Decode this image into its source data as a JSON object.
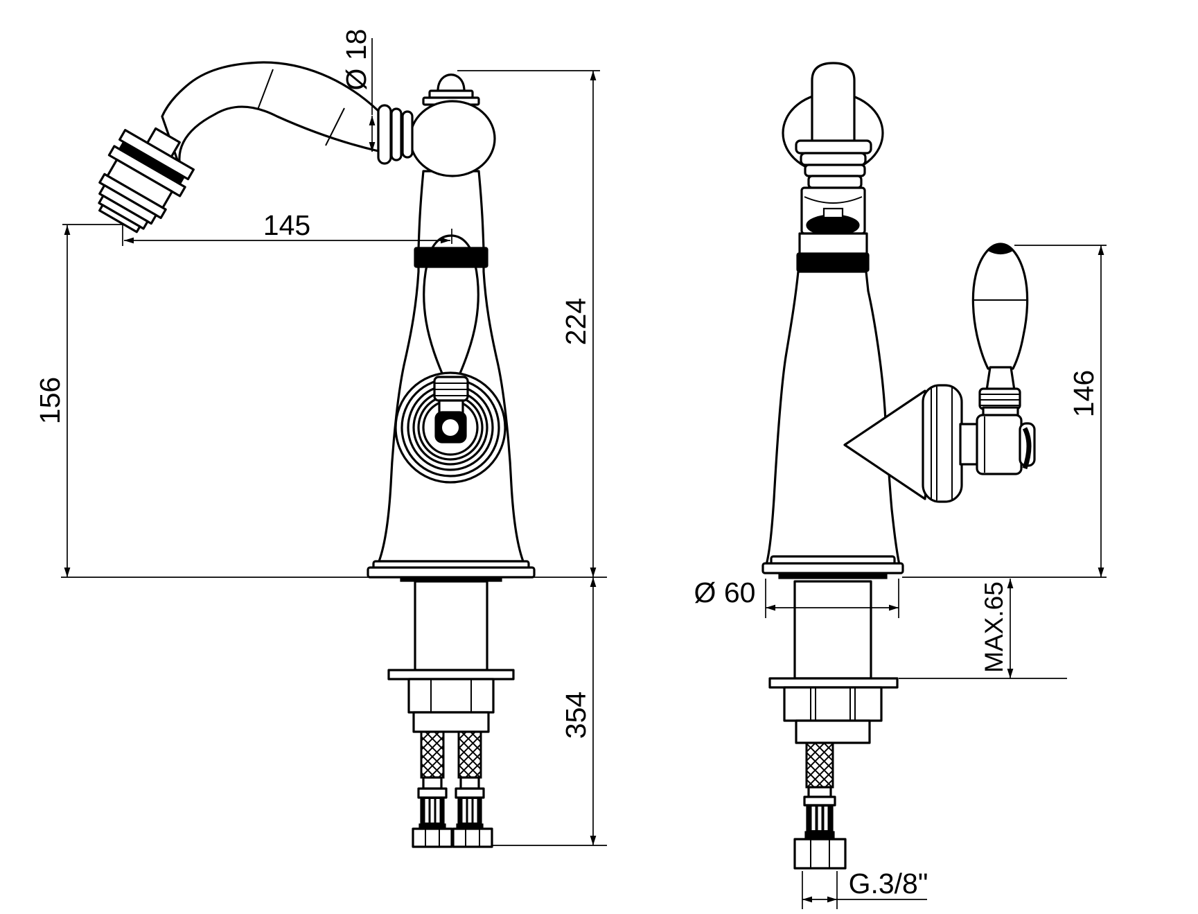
{
  "page": {
    "type": "technical-dimension-drawing",
    "subject": "Single-lever mixer tap with swivel spout — two orthographic views with installation dimensions",
    "background": "#ffffff",
    "line_color": "#000000"
  },
  "views": {
    "side": {
      "name": "side-elevation",
      "dims": {
        "spout_diameter": "Ø 18",
        "spout_reach": "145",
        "outlet_height": "156",
        "total_height": "224",
        "under_deck_depth": "354"
      }
    },
    "front": {
      "name": "front-elevation",
      "dims": {
        "base_diameter": "Ø 60",
        "max_deck_thickness": "MAX.65",
        "handle_height": "146",
        "supply_thread": "G.3/8\""
      }
    }
  }
}
